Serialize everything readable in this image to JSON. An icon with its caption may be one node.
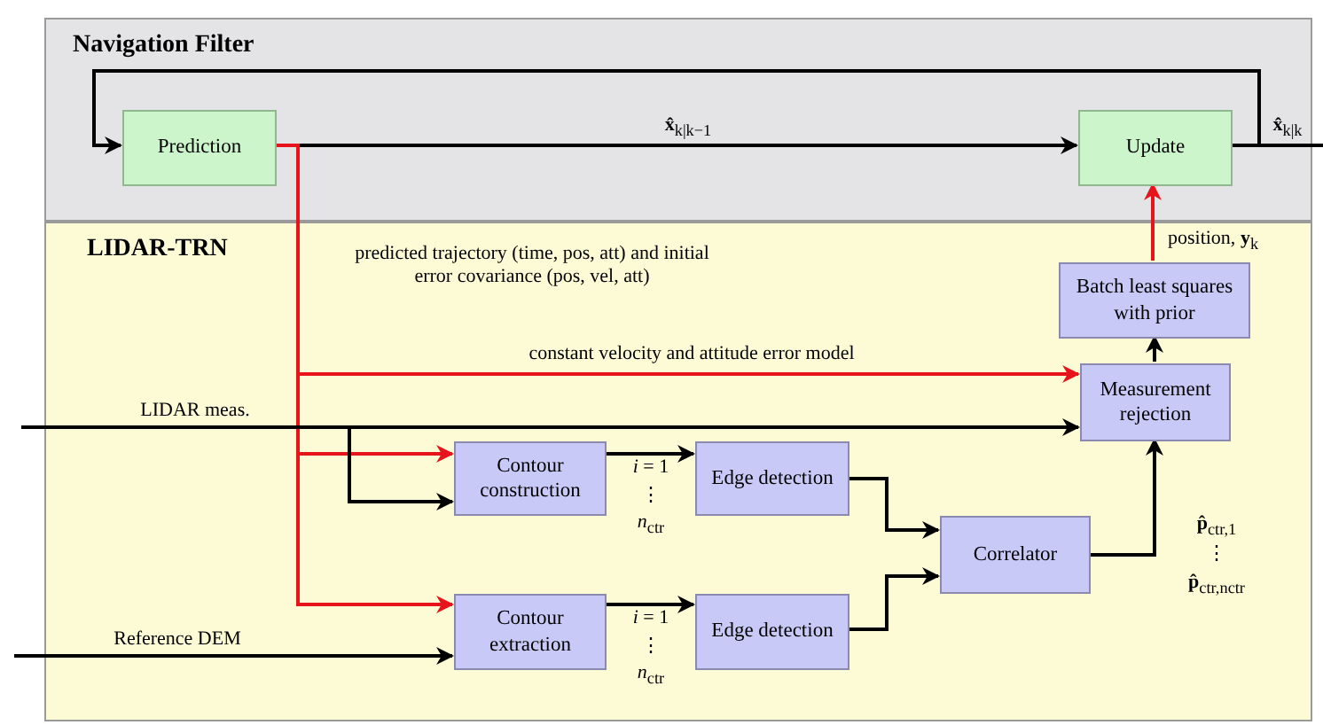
{
  "diagram": {
    "nodes": [
      {
        "text": [
          "Navigation Filter"
        ]
      },
      {
        "text": [
          "Prediction"
        ],
        "in": 0
      },
      {
        "text": [
          "Update"
        ],
        "in": 0
      },
      {
        "text": [
          "LIDAR-TRN"
        ]
      },
      {
        "text": [
          "Batch least squares with prior"
        ],
        "in": 3
      },
      {
        "text": [
          "Measurement rejection"
        ],
        "in": 3
      },
      {
        "text": [
          "Contour construction"
        ],
        "in": 3
      },
      {
        "text": [
          "Edge detection"
        ],
        "in": 3
      },
      {
        "text": [
          "Correlator"
        ],
        "in": 3
      },
      {
        "text": [
          "Contour extraction"
        ],
        "in": 3
      },
      {
        "text": [
          "Edge detection"
        ],
        "in": 3
      }
    ],
    "edges": [
      {
        "from": 1,
        "to": 2,
        "arrow": "to",
        "label": "**x̂**$_{k|k−1}$"
      },
      {
        "from": 2,
        "to": 1,
        "arrow": "to"
      },
      {
        "from": 2,
        "to": null,
        "arrow": "none",
        "label": "**x̂**$_{k|k}$"
      },
      {
        "from": 1,
        "to": 5,
        "arrow": "to",
        "color": "#e8141c",
        "label": "constant velocity and attitude error model"
      },
      {
        "from": 1,
        "to": 6,
        "arrow": "to",
        "color": "#e8141c"
      },
      {
        "from": 1,
        "to": 9,
        "arrow": "to",
        "color": "#e8141c"
      },
      {
        "from": null,
        "to": 5,
        "arrow": "to",
        "label": "LIDAR meas."
      },
      {
        "from": null,
        "to": 6,
        "arrow": "to"
      },
      {
        "from": null,
        "to": 9,
        "arrow": "to",
        "label": "Reference DEM"
      },
      {
        "from": 6,
        "to": 7,
        "arrow": "to"
      },
      {
        "from": 9,
        "to": 10,
        "arrow": "to"
      },
      {
        "from": 7,
        "to": 8,
        "arrow": "to"
      },
      {
        "from": 10,
        "to": 8,
        "arrow": "to"
      },
      {
        "from": 8,
        "to": 5,
        "arrow": "to"
      },
      {
        "from": 5,
        "to": 4,
        "arrow": "to"
      },
      {
        "from": 4,
        "to": 2,
        "arrow": "to",
        "color": "#e8141c",
        "label": "position, **y**$_{k}$"
      }
    ],
    "labels": [
      "predicted trajectory (time, pos, att) and initial error covariance (pos, vel, att)",
      "*i* = 1",
      "⋮",
      "*n*$_{ctr}$",
      "*i* = 1",
      "⋮",
      "*n*$_{ctr}$",
      "**p̂**$_{ctr,1}$",
      "⋮",
      "**p̂**$_{ctr,n}$$_{ctr}$"
    ]
  }
}
